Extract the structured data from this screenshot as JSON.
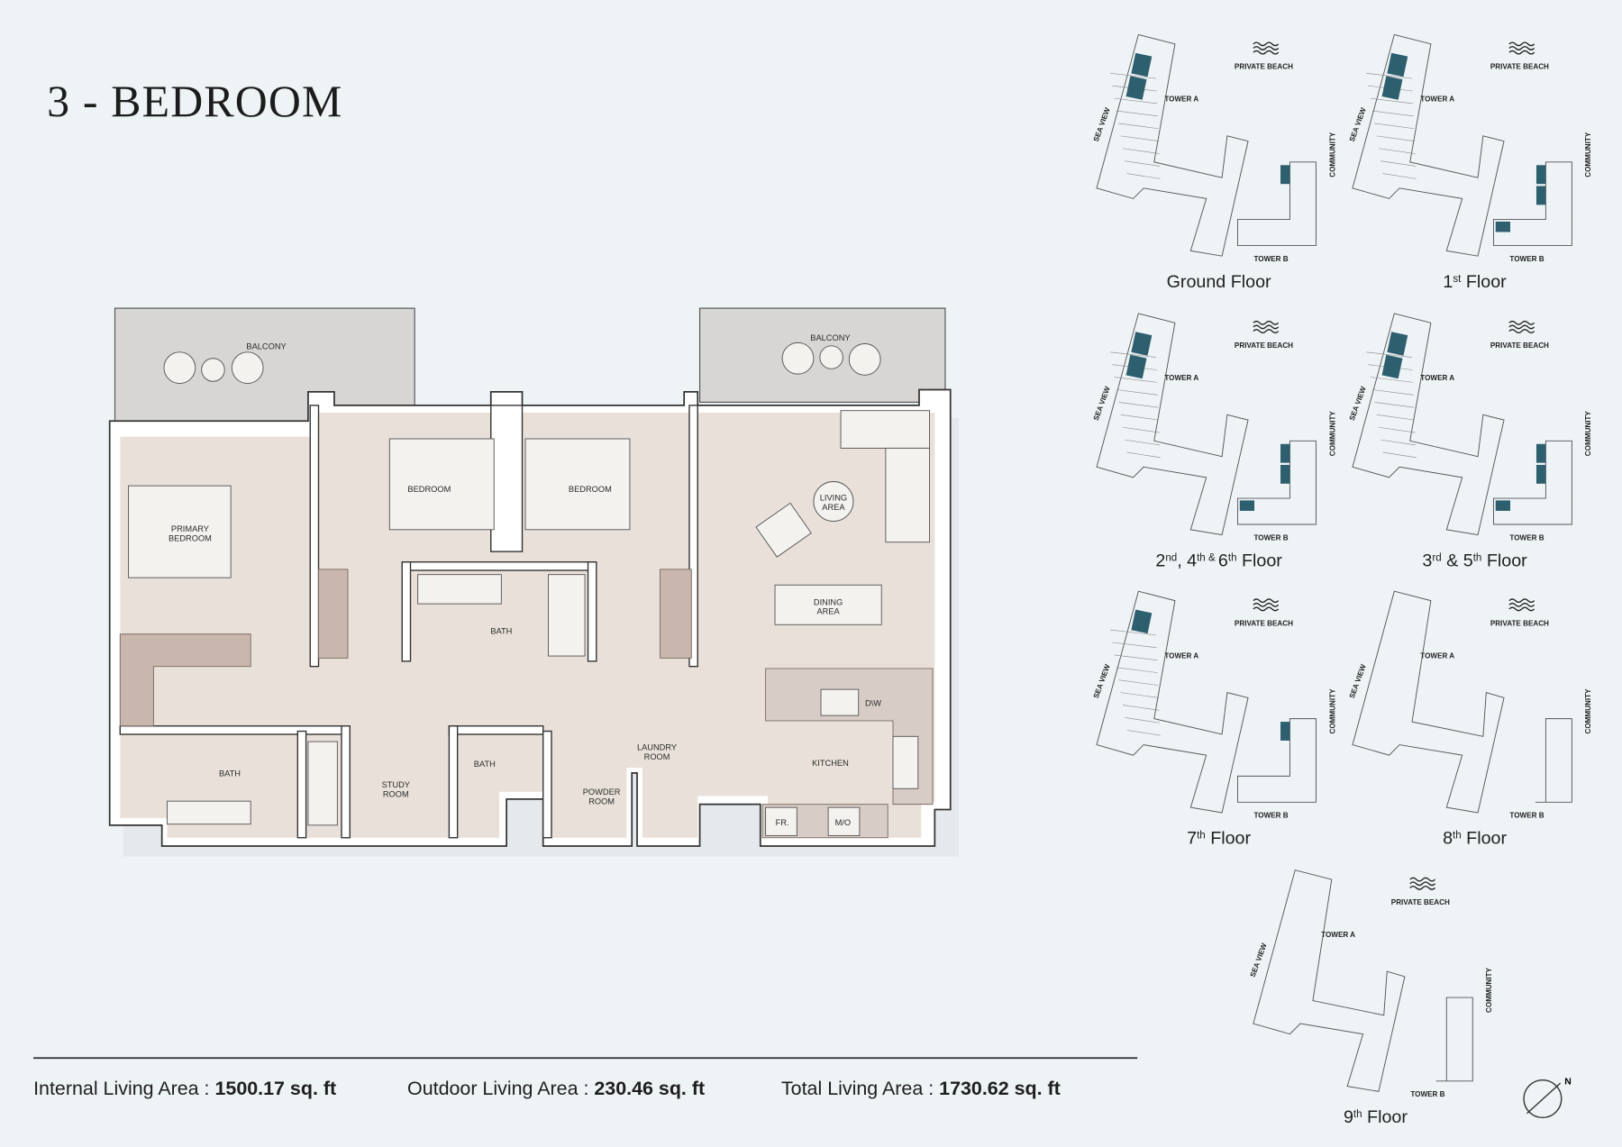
{
  "title": "3 - BEDROOM",
  "rooms": {
    "balcony_left": "BALCONY",
    "balcony_right": "BALCONY",
    "primary_bedroom": [
      "PRIMARY",
      "BEDROOM"
    ],
    "bedroom_1": "BEDROOM",
    "bedroom_2": "BEDROOM",
    "living_area": [
      "LIVING",
      "AREA"
    ],
    "dining_area": [
      "DINING",
      "AREA"
    ],
    "bath_center": "BATH",
    "bath_primary": "BATH",
    "study_room": [
      "STUDY",
      "ROOM"
    ],
    "bath_small": "BATH",
    "powder_room": [
      "POWDER",
      "ROOM"
    ],
    "laundry_room": [
      "LAUNDRY",
      "ROOM"
    ],
    "kitchen": "KITCHEN",
    "dishwasher": "D\\W",
    "fridge": "FR.",
    "microwave": "M/O"
  },
  "key_plans": [
    {
      "floor": [
        [
          "Ground Floor",
          ""
        ]
      ],
      "private_beach": "PRIVATE BEACH",
      "tower_a": "TOWER A",
      "tower_b": "TOWER B",
      "sea_view": "SEA VIEW",
      "community": "COMMUNITY",
      "highlight_a": 2,
      "highlight_b": 1,
      "mode": "full"
    },
    {
      "floor": [
        [
          "1",
          ""
        ],
        [
          "st",
          "sup"
        ],
        [
          " Floor",
          ""
        ]
      ],
      "private_beach": "PRIVATE BEACH",
      "tower_a": "TOWER A",
      "tower_b": "TOWER B",
      "sea_view": "SEA VIEW",
      "community": "COMMUNITY",
      "highlight_a": 2,
      "highlight_b": 3,
      "mode": "full"
    },
    {
      "floor": [
        [
          "2",
          ""
        ],
        [
          "nd",
          "sup"
        ],
        [
          ", 4",
          ""
        ],
        [
          "th & ",
          "sup"
        ],
        [
          "6",
          ""
        ],
        [
          "th",
          "sup"
        ],
        [
          " Floor",
          ""
        ]
      ],
      "private_beach": "PRIVATE BEACH",
      "tower_a": "TOWER A",
      "tower_b": "TOWER B",
      "sea_view": "SEA VIEW",
      "community": "COMMUNITY",
      "highlight_a": 2,
      "highlight_b": 3,
      "mode": "full"
    },
    {
      "floor": [
        [
          "3",
          ""
        ],
        [
          "rd",
          "sup"
        ],
        [
          " & 5",
          ""
        ],
        [
          "th",
          "sup"
        ],
        [
          " Floor",
          ""
        ]
      ],
      "private_beach": "PRIVATE BEACH",
      "tower_a": "TOWER A",
      "tower_b": "TOWER B",
      "sea_view": "SEA VIEW",
      "community": "COMMUNITY",
      "highlight_a": 2,
      "highlight_b": 3,
      "mode": "full"
    },
    {
      "floor": [
        [
          "7",
          ""
        ],
        [
          "th",
          "sup"
        ],
        [
          " Floor",
          ""
        ]
      ],
      "private_beach": "PRIVATE BEACH",
      "tower_a": "TOWER A",
      "tower_b": "TOWER B",
      "sea_view": "SEA VIEW",
      "community": "COMMUNITY",
      "highlight_a": 1,
      "highlight_b": 1,
      "mode": "full"
    },
    {
      "floor": [
        [
          "8",
          ""
        ],
        [
          "th",
          "sup"
        ],
        [
          " Floor",
          ""
        ]
      ],
      "private_beach": "PRIVATE BEACH",
      "tower_a": "TOWER A",
      "tower_b": "TOWER B",
      "sea_view": "SEA VIEW",
      "community": "COMMUNITY",
      "highlight_a": 0,
      "highlight_b": 0,
      "mode": "outline"
    },
    {
      "floor": [
        [
          "9",
          ""
        ],
        [
          "th",
          "sup"
        ],
        [
          " Floor",
          ""
        ]
      ],
      "private_beach": "PRIVATE BEACH",
      "tower_a": "TOWER A",
      "tower_b": "TOWER B",
      "sea_view": "SEA VIEW",
      "community": "COMMUNITY",
      "highlight_a": 0,
      "highlight_b": 0,
      "mode": "outline"
    }
  ],
  "areas": {
    "internal_label": "Internal Living Area : ",
    "internal_value": "1500.17 sq. ft",
    "outdoor_label": "Outdoor Living Area : ",
    "outdoor_value": "230.46 sq. ft",
    "total_label": "Total Living Area : ",
    "total_value": "1730.62 sq. ft"
  },
  "compass": "N",
  "colors": {
    "highlight": "#2d5f6e",
    "floor": "#e9e1d9",
    "cabinet": "#c9b6ad",
    "balcony": "#d8d6d4"
  }
}
